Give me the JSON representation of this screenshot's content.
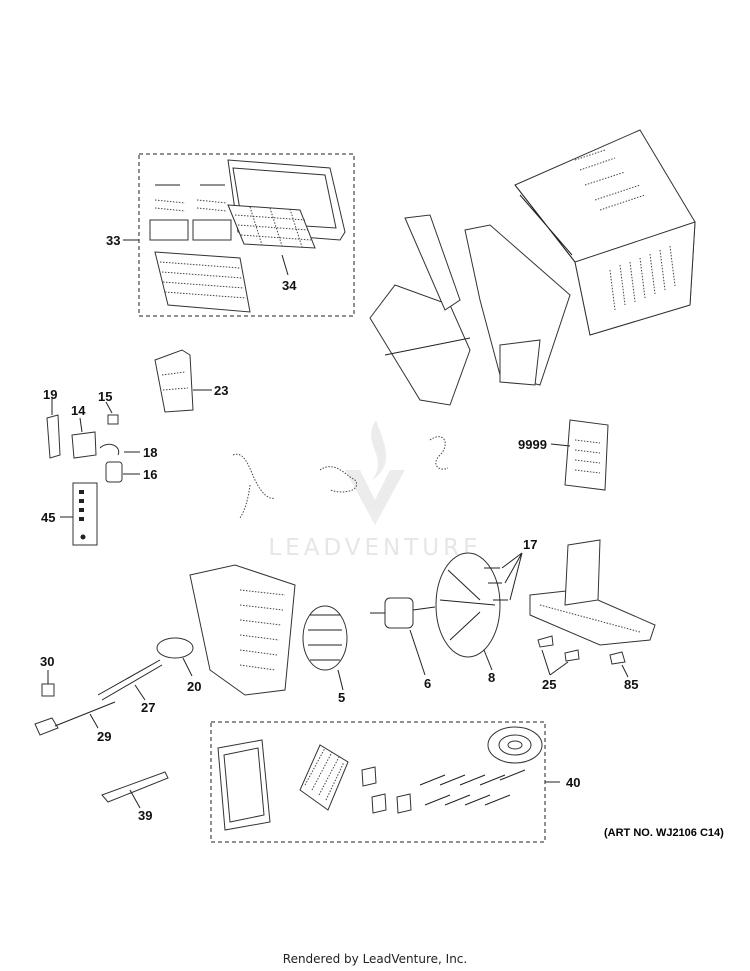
{
  "watermark": "LEADVENTURE",
  "footer": "Rendered by LeadVenture, Inc.",
  "art_number": "(ART NO. WJ2106 C14)",
  "callouts": {
    "c33": "33",
    "c34": "34",
    "c23": "23",
    "c19": "19",
    "c14": "14",
    "c15": "15",
    "c18": "18",
    "c16": "16",
    "c45": "45",
    "c9999": "9999",
    "c17": "17",
    "c30": "30",
    "c20": "20",
    "c27": "27",
    "c29": "29",
    "c5": "5",
    "c6": "6",
    "c8": "8",
    "c25": "25",
    "c85": "85",
    "c40": "40",
    "c39": "39"
  }
}
